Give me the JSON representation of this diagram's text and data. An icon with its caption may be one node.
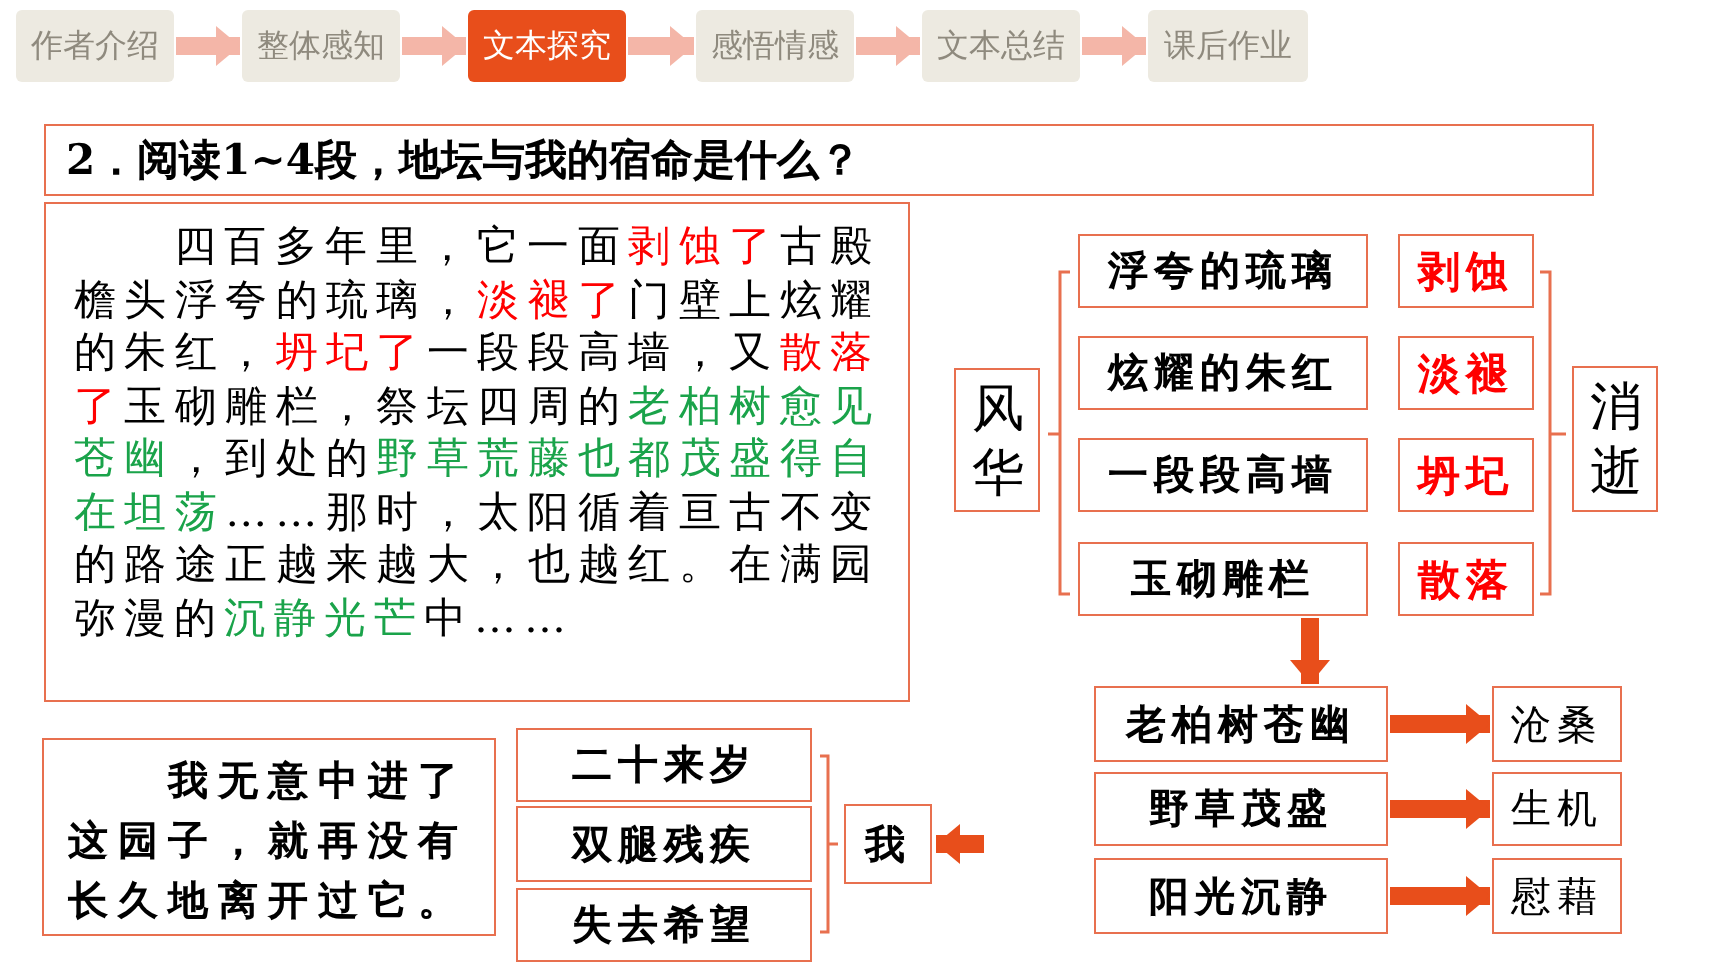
{
  "diagram": {
    "nodes": [
      {
        "text": [
          "作者介绍"
        ]
      },
      {
        "text": [
          "整体感知"
        ]
      },
      {
        "text": [
          "文本探究"
        ]
      },
      {
        "text": [
          "感悟情感"
        ]
      },
      {
        "text": [
          "文本总结"
        ]
      },
      {
        "text": [
          "课后作业"
        ]
      },
      {
        "text": [
          "2．阅读1~4段，地坛与我的宿命是什么？"
        ]
      },
      {
        "text": [
          "四百多年里，它一面**剥蚀了**古殿檐头浮夸的琉璃，**淡褪了**门壁上炫耀的朱红，**坍圮了**一段段高墙，又**散落了**玉砌雕栏，祭坛四周的**老柏树愈见苍幽**，到处的**野草荒藤也都茂盛得自在坦荡**……那时，太阳循着亘古不变的路途正越来越大，也越红。在满园弥漫的**沉静光芒**中……"
        ]
      },
      {
        "text": [
          "风华"
        ]
      },
      {
        "text": [
          "浮夸的琉璃"
        ]
      },
      {
        "text": [
          "炫耀的朱红"
        ]
      },
      {
        "text": [
          "一段段高墙"
        ]
      },
      {
        "text": [
          "玉砌雕栏"
        ]
      },
      {
        "text": [
          "剥蚀"
        ]
      },
      {
        "text": [
          "淡褪"
        ]
      },
      {
        "text": [
          "坍圮"
        ]
      },
      {
        "text": [
          "散落"
        ]
      },
      {
        "text": [
          "消逝"
        ]
      },
      {
        "text": [
          "老柏树苍幽"
        ]
      },
      {
        "text": [
          "野草茂盛"
        ]
      },
      {
        "text": [
          "阳光沉静"
        ]
      },
      {
        "text": [
          "沧桑"
        ]
      },
      {
        "text": [
          "生机"
        ]
      },
      {
        "text": [
          "慰藉"
        ]
      },
      {
        "text": [
          "我无意中进了这园子，就再没有长久地离开过它。"
        ]
      },
      {
        "text": [
          "二十来岁"
        ]
      },
      {
        "text": [
          "双腿残疾"
        ]
      },
      {
        "text": [
          "失去希望"
        ]
      },
      {
        "text": [
          "我"
        ]
      }
    ],
    "edges": [
      {
        "from": 0,
        "to": 1,
        "arrow": "to",
        "color": "#f4b6a8"
      },
      {
        "from": 1,
        "to": 2,
        "arrow": "to",
        "color": "#f4b6a8"
      },
      {
        "from": 2,
        "to": 3,
        "arrow": "to",
        "color": "#f4b6a8"
      },
      {
        "from": 3,
        "to": 4,
        "arrow": "to",
        "color": "#f4b6a8"
      },
      {
        "from": 4,
        "to": 5,
        "arrow": "to",
        "color": "#f4b6a8"
      },
      {
        "from": 12,
        "to": 18,
        "arrow": "to",
        "color": "#e84e1b"
      },
      {
        "from": 18,
        "to": 21,
        "arrow": "to",
        "color": "#e84e1b"
      },
      {
        "from": 19,
        "to": 22,
        "arrow": "to",
        "color": "#e84e1b"
      },
      {
        "from": 20,
        "to": 23,
        "arrow": "to",
        "color": "#e84e1b"
      },
      {
        "from": null,
        "to": 28,
        "arrow": "to",
        "color": "#e84e1b"
      }
    ]
  }
}
